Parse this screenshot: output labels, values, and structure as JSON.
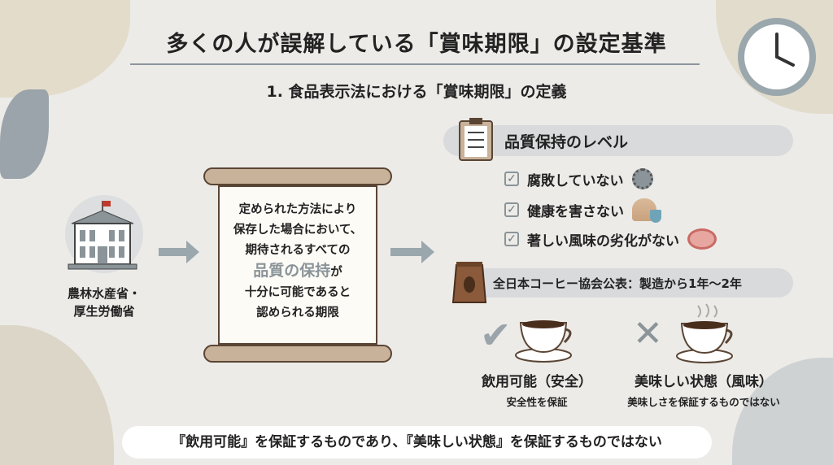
{
  "title": "多くの人が誤解している「賞味期限」の設定基準",
  "subtitle": "1. 食品表示法における「賞味期限」の定義",
  "ministry": {
    "line1": "農林水産省・",
    "line2": "厚生労働省"
  },
  "definition": {
    "line1": "定められた方法により",
    "line2": "保存した場合において、",
    "line3": "期待されるすべての",
    "highlight": "品質の保持",
    "after_highlight": "が",
    "line5": "十分に可能であると",
    "line6": "認められる期限"
  },
  "quality": {
    "heading": "品質保持のレベル",
    "items": [
      {
        "label": "腐敗していない",
        "icon": "bacteria-icon"
      },
      {
        "label": "健康を害さない",
        "icon": "person-shield-icon"
      },
      {
        "label": "著しい風味の劣化がない",
        "icon": "tongue-icon"
      }
    ]
  },
  "coffee_note": "全日本コーヒー協会公表：製造から1年〜2年",
  "safe": {
    "title": "飲用可能（安全）",
    "sub": "安全性を保証"
  },
  "tasty": {
    "title": "美味しい状態（風味）",
    "sub": "美味しさを保証するものではない"
  },
  "bottom_note": "『飲用可能』を保証するものであり、『美味しい状態』を保証するものではない",
  "colors": {
    "accent_gray": "#8a9499",
    "scroll_brown": "#c9b29a"
  }
}
